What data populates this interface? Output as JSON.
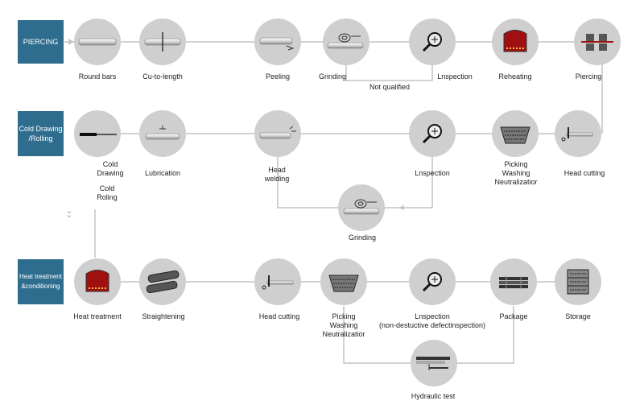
{
  "sections": {
    "piercing": "PIERCING",
    "cold": "Cold Drawing\n/Rolling",
    "heat": "Heat treatment\n&conditioning"
  },
  "steps": {
    "round_bars": "Round bars",
    "cut_to_length": "Cu-to-length",
    "peeling": "Peeling",
    "grinding_1": "Grinding",
    "inspection_1": "Lnspection",
    "not_qualified": "Not qualified",
    "reheating": "Reheating",
    "piercing": "Piercing",
    "cold_drawing": "Cold\nDrawing",
    "cold_rolling": "Cold\nRoling",
    "lubrication": "Lubrication",
    "head_welding": "Head\nwelding",
    "inspection_2": "Lnspection",
    "pickling_1": "Picking\nWashing\nNeutralizatior",
    "head_cutting_1": "Head cutting",
    "grinding_2": "Grinding",
    "heat_treatment": "Heat treatment",
    "straightening": "Straightening",
    "head_cutting_2": "Head cutting",
    "pickling_2": "Picking\nWashing\nNeutralizatior",
    "inspection_3": "Lnspection\n(non-destuctive defectinspection)",
    "package": "Package",
    "storage": "Storage",
    "hydraulic_test": "Hydraulic test"
  },
  "icons": {
    "round_bars": "round-bar-icon",
    "cut_to_length": "cut-bar-icon",
    "peeling": "peeling-bar-icon",
    "grinding": "grinding-wheel-icon",
    "inspection": "magnifier-icon",
    "furnace": "furnace-icon",
    "piercing": "piercing-mill-icon",
    "cold_drawing": "drawing-tube-icon",
    "lubrication": "lubrication-icon",
    "head_welding": "welding-icon",
    "pickling": "pickling-tank-icon",
    "head_cutting": "cutting-tool-icon",
    "straightening": "straightening-rolls-icon",
    "package": "bundle-icon",
    "storage": "storage-rack-icon",
    "hydraulic_test": "hydraulic-press-icon"
  },
  "colors": {
    "section_fill": "#2f6d8f",
    "circle_fill": "#cfcfcf",
    "line": "#c4c4c4",
    "furnace_red": "#a01010"
  }
}
